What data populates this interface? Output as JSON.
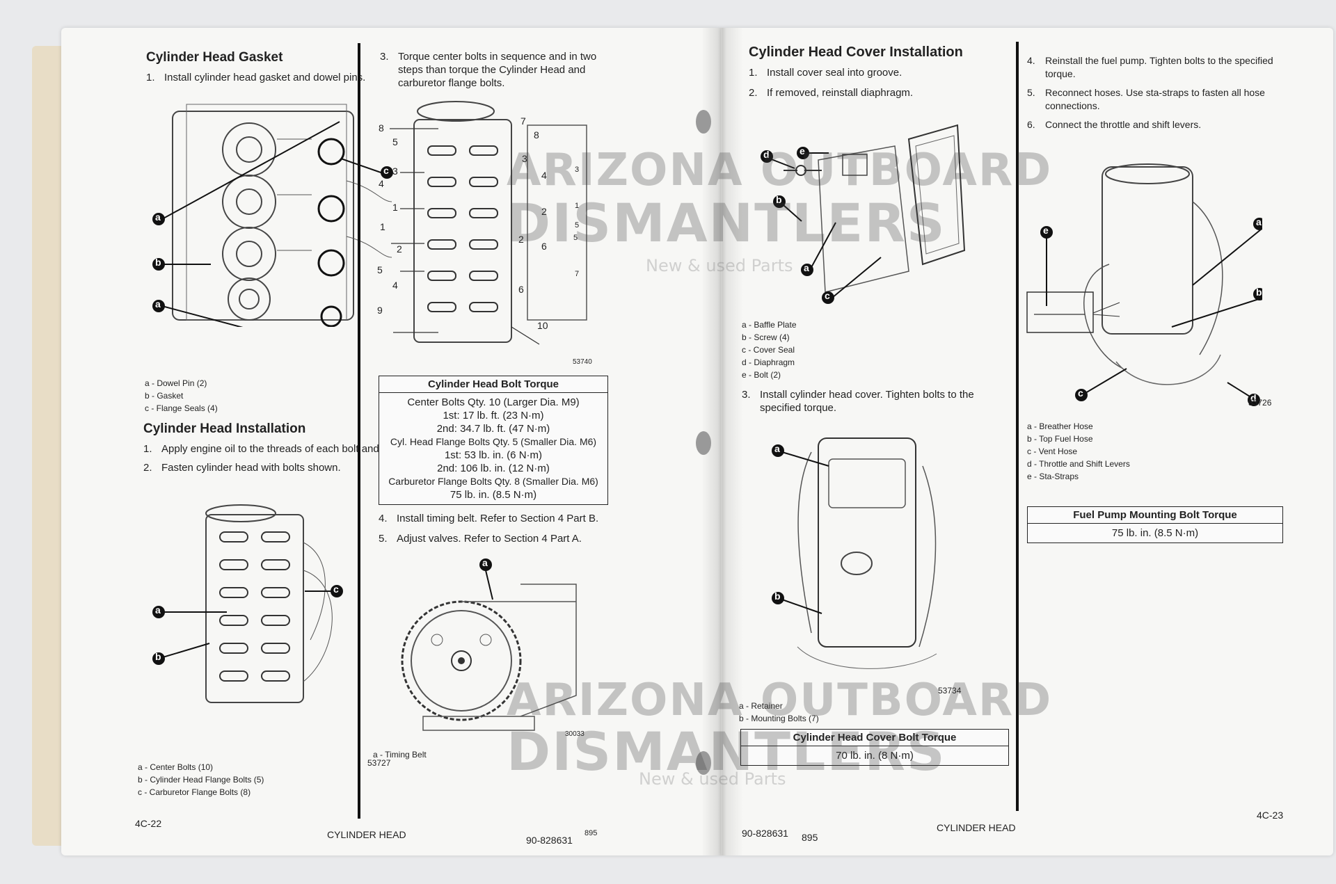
{
  "left_page": {
    "gasket": {
      "heading": "Cylinder Head Gasket",
      "step1_num": "1.",
      "step1": "Install cylinder head gasket and dowel pins.",
      "legend": [
        "a - Dowel Pin (2)",
        "b - Gasket",
        "c - Flange Seals (4)"
      ]
    },
    "installation": {
      "heading": "Cylinder Head Installation",
      "steps": [
        {
          "num": "1.",
          "text": "Apply engine oil to the threads of each bolt and seat surface."
        },
        {
          "num": "2.",
          "text": "Fasten cylinder head with bolts shown."
        }
      ],
      "legend": [
        "a - Center Bolts (10)",
        "b - Cylinder Head Flange Bolts (5)",
        "c - Carburetor Flange Bolts (8)"
      ],
      "fig_number": "53727"
    },
    "torque_step": {
      "num": "3.",
      "text": "Torque center bolts in sequence and in two steps than torque the Cylinder Head and carburetor flange bolts."
    },
    "sequence_fig_number": "53740",
    "sequence_labels": [
      "7",
      "8",
      "5",
      "3",
      "4",
      "3",
      "4",
      "1",
      "2",
      "1",
      "2",
      "6",
      "5",
      "2",
      "5",
      "6",
      "4",
      "9",
      "10",
      "8",
      "3",
      "1",
      "5",
      "7"
    ],
    "bolt_torque_table": {
      "title": "Cylinder Head Bolt Torque",
      "rows": [
        "Center Bolts Qty. 10 (Larger Dia. M9)",
        "1st: 17 lb. ft. (23 N·m)",
        "2nd: 34.7 lb. ft. (47 N·m)",
        "Cyl. Head Flange Bolts Qty. 5 (Smaller Dia. M6)",
        "1st: 53 lb. in. (6 N·m)",
        "2nd: 106 lb. in. (12 N·m)",
        "Carburetor Flange Bolts Qty. 8 (Smaller Dia. M6)",
        "75 lb. in. (8.5 N·m)"
      ]
    },
    "more_steps": [
      {
        "num": "4.",
        "text": "Install timing belt. Refer to Section 4 Part B."
      },
      {
        "num": "5.",
        "text": "Adjust valves. Refer to Section 4 Part A."
      }
    ],
    "timing_legend": "a - Timing Belt",
    "timing_fig_number": "30033",
    "footer_page": "4C-22",
    "footer_title": "CYLINDER HEAD",
    "footer_doc": "90-828631",
    "footer_date": "895"
  },
  "right_page": {
    "cover": {
      "heading": "Cylinder Head Cover Installation",
      "steps": [
        {
          "num": "1.",
          "text": "Install cover seal into groove."
        },
        {
          "num": "2.",
          "text": "If removed, reinstall diaphragm."
        }
      ],
      "legend": [
        "a - Baffle Plate",
        "b - Screw (4)",
        "c - Cover Seal",
        "d - Diaphragm",
        "e - Bolt (2)"
      ],
      "step3_num": "3.",
      "step3": "Install cylinder head cover. Tighten bolts to the specified torque.",
      "legend2": [
        "a - Retainer",
        "b - Mounting Bolts (7)"
      ],
      "fig_number": "53734",
      "table": {
        "title": "Cylinder Head Cover Bolt Torque",
        "value": "70 lb. in. (8 N·m)"
      }
    },
    "fuel": {
      "steps": [
        {
          "num": "4.",
          "text": "Reinstall the fuel pump. Tighten bolts to the specified torque."
        },
        {
          "num": "5.",
          "text": "Reconnect hoses. Use sta-straps to fasten all hose connections."
        },
        {
          "num": "6.",
          "text": "Connect the throttle and shift levers."
        }
      ],
      "fig_number": "53726",
      "legend": [
        "a - Breather Hose",
        "b - Top Fuel Hose",
        "c - Vent Hose",
        "d - Throttle and Shift Levers",
        "e - Sta-Straps"
      ],
      "table": {
        "title": "Fuel Pump Mounting Bolt Torque",
        "value": "75 lb. in. (8.5 N·m)"
      }
    },
    "footer_doc": "90-828631",
    "footer_date": "895",
    "footer_title": "CYLINDER HEAD",
    "footer_page": "4C-23"
  },
  "callouts": {
    "a": "a",
    "b": "b",
    "c": "c",
    "d": "d",
    "e": "e"
  },
  "watermark": {
    "line1": "ARIZONA OUTBOARD",
    "line2": "DISMANTLERS",
    "line3": "New & used Parts"
  }
}
